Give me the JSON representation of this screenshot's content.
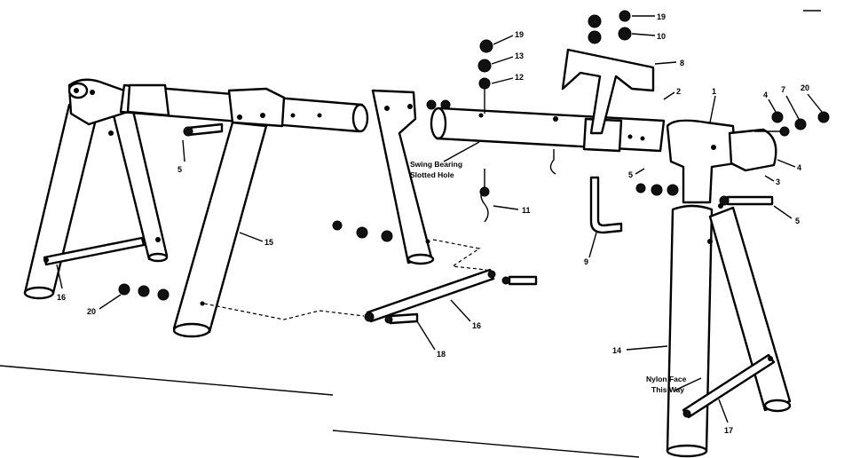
{
  "labels": {
    "n19a": "19",
    "n13": "13",
    "n12": "12",
    "n19b": "19",
    "n10": "10",
    "n8": "8",
    "n2a": "2",
    "n1": "1",
    "n4a": "4",
    "n7": "7",
    "n20a": "20",
    "n4b": "4",
    "n3": "3",
    "n5a": "5",
    "n5b": "5",
    "n5c": "5",
    "n11": "11",
    "n9": "9",
    "n15": "15",
    "n16a": "16",
    "n16b": "16",
    "n20b": "20",
    "n18": "18",
    "n14": "14",
    "n17": "17"
  },
  "notes": {
    "swing_line1": "Swing Bearing",
    "swing_line2": "Slotted Hole",
    "nylon_line1": "Nylon Face",
    "nylon_line2": "This Way"
  }
}
